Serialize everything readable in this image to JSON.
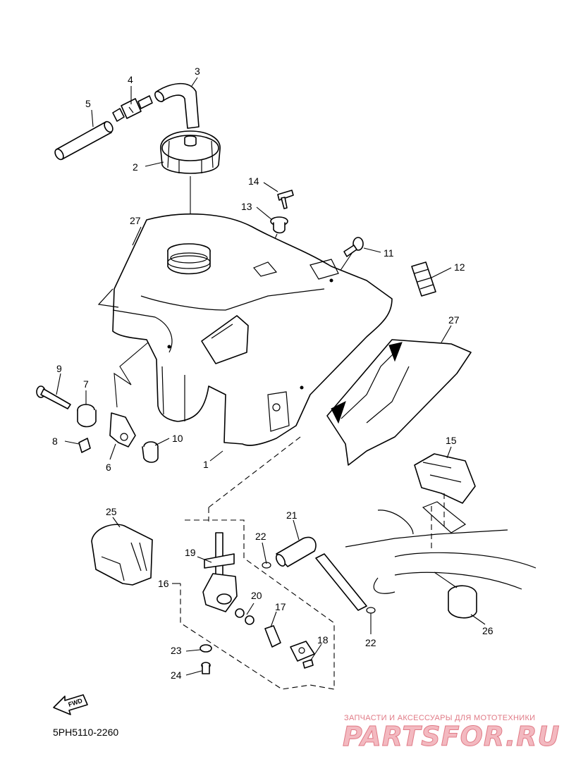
{
  "diagram": {
    "drawing_code": "5PH5110-2260",
    "direction_label": "FWD",
    "watermark": {
      "tagline": "ЗАПЧАСТИ И АКСЕССУАРЫ ДЛЯ МОТОТЕХНИКИ",
      "site": "PARTSFOR.RU"
    },
    "callouts": {
      "c1": "1",
      "c2": "2",
      "c3": "3",
      "c4": "4",
      "c5": "5",
      "c6": "6",
      "c7": "7",
      "c8": "8",
      "c9": "9",
      "c10": "10",
      "c11": "11",
      "c12": "12",
      "c13": "13",
      "c14": "14",
      "c15": "15",
      "c16": "16",
      "c17": "17",
      "c18": "18",
      "c19": "19",
      "c20": "20",
      "c21": "21",
      "c22a": "22",
      "c22b": "22",
      "c23": "23",
      "c24": "24",
      "c25": "25",
      "c26": "26",
      "c27a": "27",
      "c27b": "27"
    }
  }
}
